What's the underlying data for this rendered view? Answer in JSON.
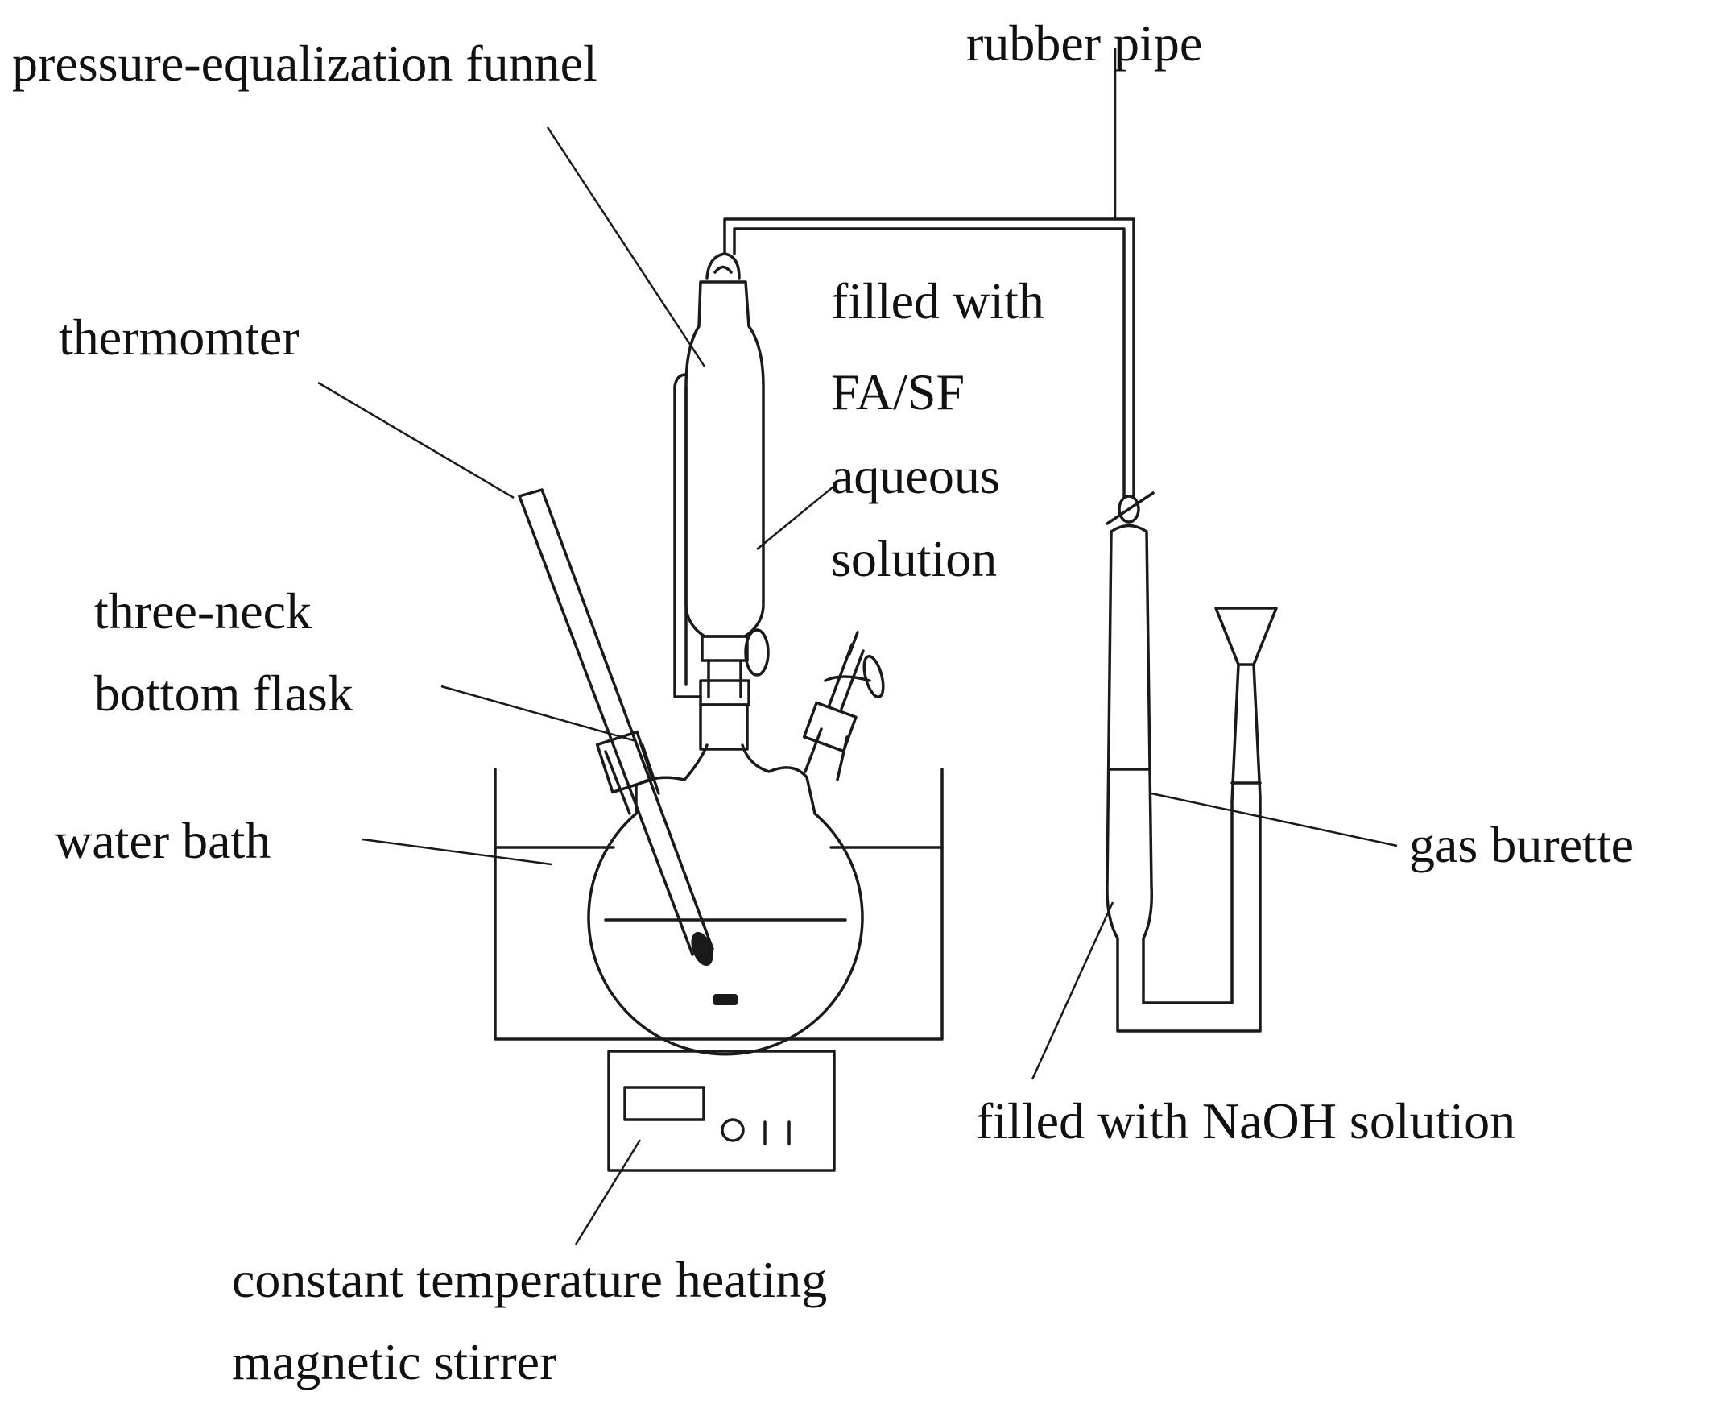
{
  "labels": {
    "funnel": "pressure-equalization funnel",
    "rubber_pipe": "rubber pipe",
    "thermometer": "thermomter",
    "filled_fa_line1": "filled with",
    "filled_fa_line2": "FA/SF",
    "filled_fa_line3": "aqueous",
    "filled_fa_line4": "solution",
    "flask_line1": "three-neck",
    "flask_line2": "bottom flask",
    "water_bath": "water bath",
    "gas_burette": "gas burette",
    "naoh": "filled with NaOH solution",
    "stirrer_line1": "constant temperature heating",
    "stirrer_line2": "magnetic stirrer"
  }
}
